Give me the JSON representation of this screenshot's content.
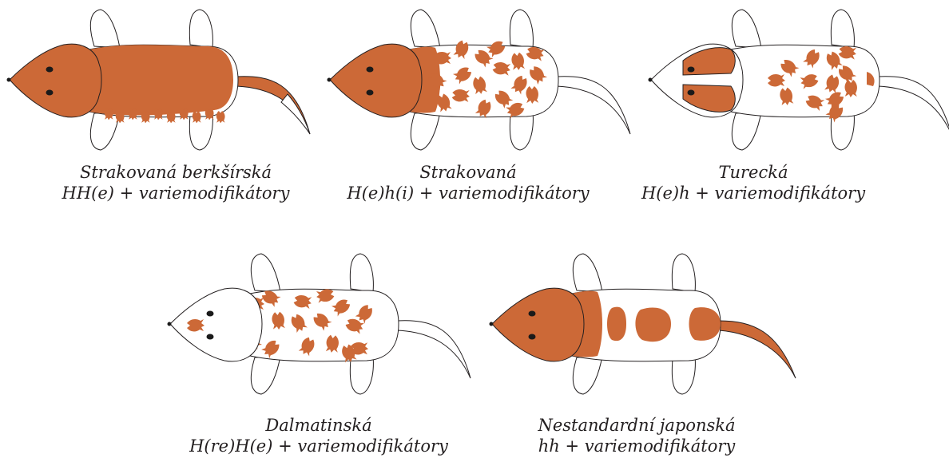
{
  "colors": {
    "coat": "#cc6937",
    "outline": "#231f20",
    "white": "#ffffff",
    "eye": "#1a1a1a"
  },
  "rats": [
    {
      "pattern": "berkshire",
      "name": "Strakovaná berkšírská",
      "genotype": "HH(e) + variemodifikátory"
    },
    {
      "pattern": "variegated",
      "name": "Strakovaná",
      "genotype": "H(e)h(i) + variemodifikátory"
    },
    {
      "pattern": "turkish",
      "name": "Turecká",
      "genotype": "H(e)h + variemodifikátory"
    },
    {
      "pattern": "dalmatian",
      "name": "Dalmatinská",
      "genotype": "H(re)H(e) + variemodifikátory"
    },
    {
      "pattern": "japanese",
      "name": "Nestandardní japonská",
      "genotype": "hh + variemodifikátory"
    }
  ]
}
